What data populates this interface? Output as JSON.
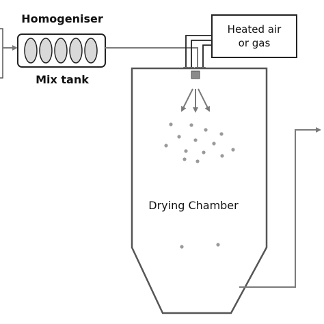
{
  "labels": {
    "homogeniser": "Homogeniser",
    "mix_tank": "Mix tank",
    "heated_air_line1": "Heated air",
    "heated_air_line2": "or gas",
    "drying_chamber": "Drying Chamber"
  },
  "colors": {
    "line": "#7a7a7a",
    "outline": "#222222",
    "chamber_outline": "#555555",
    "vessel_fill": "#d9d9d9",
    "particle": "#9a9a9a",
    "nozzle": "#8a8a8a"
  }
}
